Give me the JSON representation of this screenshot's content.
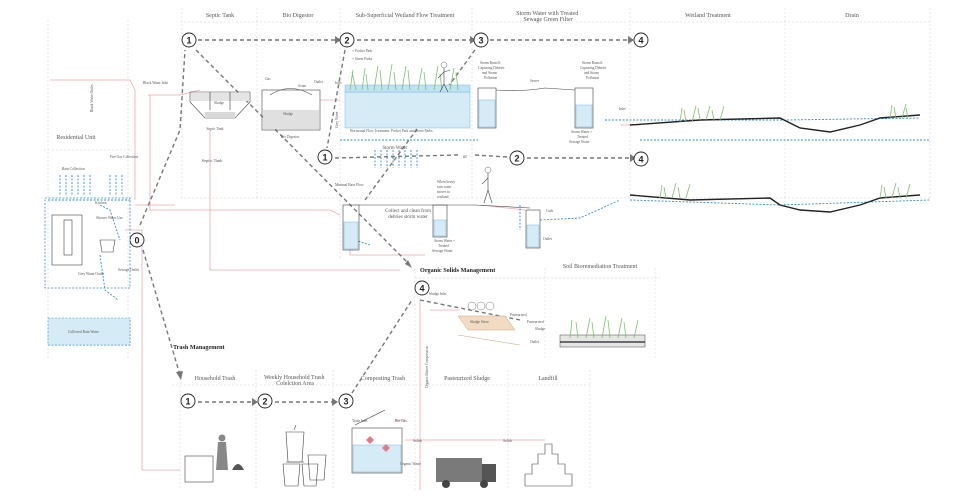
{
  "sections": {
    "septic_tank": "Septic Tank",
    "bio_digestor": "Bio Digestor",
    "wetland_flow": "Sub-Superficial Wetland Flow Treatment",
    "storm_water_filter": "Storm Water  with Treated Sewage Green Filter",
    "wetland_treatment": "Wetland Treatment",
    "drain": "Drain",
    "residential_unit": "Residential Unit",
    "organic_solids": "Organic Solids Management",
    "soil_bio": "Soil Bioremediation Treatment",
    "trash_management": "Trash Management",
    "household_trash": "Household Trash",
    "weekly_collection": "Weekly Household Trash Colelction Area",
    "composting": "Composting Trash",
    "pasteurized_sludge": "Pasteurized Sludge",
    "landfill": "Landfill"
  },
  "labels": {
    "black_water": "Black Water Inlet",
    "gas": "Gas",
    "outlet": "Outlet",
    "inlet": "Inlet",
    "scum": "Scum",
    "sludge": "Sludge",
    "septic_small": "Septic Tank",
    "septic_mid": "Septic Tank",
    "bio_small": "Bio Digestor",
    "pocket_park": "+ Pocket Park",
    "street_parks": "+ Street Parks",
    "horizontal_flow": "Horizontal Flow Treatment: Pocket Park and Street Parks",
    "grey_water_label": "Grey Water",
    "storm_runoff_a": "Storm Runoff:",
    "storm_runoff_b": "Capturing Debries",
    "storm_runoff_c": "and Storm",
    "storm_runoff_d": "Pollution",
    "sewer": "Sewer",
    "storm_treated_a": "Storm Water +",
    "storm_treated_b": "Treated",
    "storm_treated_c": "Sewage Water",
    "storm_water": "Storm Water",
    "or": "or",
    "minimal_base": "Minimal Base Flow",
    "when_heavy_a": "When heavy",
    "when_heavy_b": "rain water",
    "when_heavy_c": "moves to",
    "when_heavy_d": "wetland",
    "collect_a": "Collect and clean from",
    "collect_b": "debries storm water",
    "curb": "Curb",
    "outlet2": "Outlet",
    "rain_collection": "Rain Collection",
    "fire_gas": "Fire Gas Collection",
    "black_water_outlet": "Black Water Outlet",
    "kitchen": "Kitchen",
    "shower_water_use": "Shower Water Use",
    "grey_water_outlet": "Grey Water Outlet",
    "sewage_outlet": "Sewage Outlet",
    "collected_rain": "Collected Rain Water",
    "sludge_inlet": "Sludge Inlet",
    "pasteurized": "Pasteurized",
    "sludge_sieve": "Sludge Sieve",
    "outlet3": "Outlet",
    "organic_matter": "Organic Matter Compression",
    "trash_inlet": "Trash Inlet",
    "bio_gas": "Bio Gas",
    "solids": "Solids",
    "organic_waste": "Organic Waste",
    "solids2": "Solids"
  },
  "steps": {
    "n0": "0",
    "n1": "1",
    "n2": "2",
    "n3": "3",
    "n4": "4"
  }
}
